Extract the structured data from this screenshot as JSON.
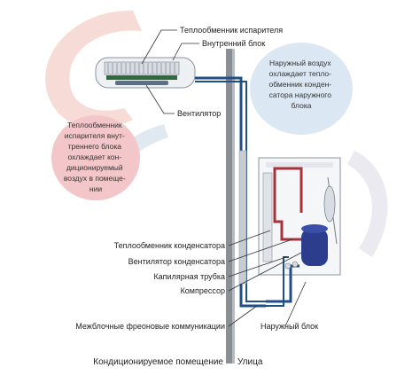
{
  "labels": {
    "evaporator_exchanger": "Теплообменник испарителя",
    "indoor_unit": "Внутренний блок",
    "fan": "Вентилятор",
    "condenser_exchanger": "Теплообменник конденсатора",
    "condenser_fan": "Вентилятор конденсатора",
    "capillary_tube": "Капилярная трубка",
    "compressor": "Компрессор",
    "interunit_lines": "Межблочные фреоновые коммуникации",
    "outdoor_unit": "Наружный блок"
  },
  "bubbles": {
    "indoor": [
      "Теплообменник",
      "испарителя внут-",
      "треннего блока",
      "охлаждает кон-",
      "диционируемый",
      "воздух в помеще-",
      "нии"
    ],
    "outdoor": [
      "Наружный воздух",
      "охлаждает тепло-",
      "обменник конден-",
      "сатора наружного",
      "блока"
    ]
  },
  "captions": {
    "room": "Кондиционируемое помещение",
    "street": "Улица"
  },
  "colors": {
    "pipe_hot": "#a8323c",
    "pipe_cold": "#1f4f86",
    "bubble_indoor": "#f3c7c9",
    "bubble_outdoor": "#dbe7f3",
    "arrow_warm": "#f6d7d2",
    "arrow_cool": "#dde6ee"
  }
}
